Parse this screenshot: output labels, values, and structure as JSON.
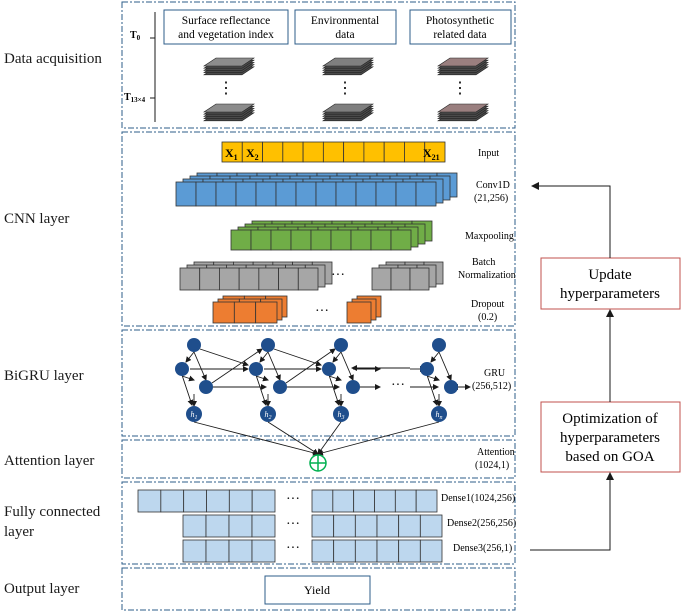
{
  "layers": {
    "data_acquisition": "Data acquisition",
    "cnn": "CNN layer",
    "bigru": "BiGRU layer",
    "attention": "Attention layer",
    "fully_connected_1": "Fully connected",
    "fully_connected_2": "layer",
    "output": "Output layer"
  },
  "data_acquisition": {
    "t0": "T",
    "t0_sub": "0",
    "tn": "T",
    "tn_sub": "13×4",
    "boxes": [
      {
        "line1": "Surface reflectance",
        "line2": "and vegetation index"
      },
      {
        "line1": "Environmental",
        "line2": "data"
      },
      {
        "line1": "Photosynthetic",
        "line2": "related data"
      }
    ],
    "dots": "⋮"
  },
  "cnn": {
    "input_label": "Input",
    "x1": "X",
    "x1_sub": "1",
    "x2": "X",
    "x2_sub": "2",
    "x21": "X",
    "x21_sub": "21",
    "conv_label_1": "Conv1D",
    "conv_label_2": "(21,256)",
    "maxpool_label": "Maxpooling",
    "bn_label_1": "Batch",
    "bn_label_2": "Normalization",
    "dropout_label_1": "Dropout",
    "dropout_label_2": "(0.2)",
    "ellipsis": "···"
  },
  "bigru": {
    "gru_label_1": "GRU",
    "gru_label_2": "(256,512)",
    "h1": "h",
    "h1_sub": "1",
    "h2": "h",
    "h2_sub": "2",
    "h3": "h",
    "h3_sub": "3",
    "hn": "h",
    "hn_sub": "n",
    "ellipsis": "···"
  },
  "attention": {
    "label_1": "Attention",
    "label_2": "(1024,1)"
  },
  "dense": {
    "dense1": "Dense1(1024,256)",
    "dense2": "Dense2(256,256)",
    "dense3": "Dense3(256,1)",
    "ellipsis": "···"
  },
  "output": {
    "yield": "Yield"
  },
  "optimization": {
    "update_1": "Update",
    "update_2": "hyperparameters",
    "opt_1": "Optimization of",
    "opt_2": "hyperparameters",
    "opt_3": "based on GOA"
  },
  "colors": {
    "input": "#ffc000",
    "conv": "#5b9bd5",
    "maxpool": "#70ad47",
    "bn": "#a6a6a6",
    "dropout": "#ed7d31",
    "gru_node": "#1f4e8c",
    "attention": "#00b050",
    "dense": "#bdd7ee",
    "frame": "#2e5c8a",
    "red_box": "#c0504d"
  }
}
